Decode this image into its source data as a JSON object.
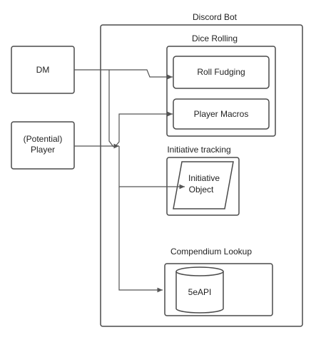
{
  "diagram": {
    "container": {
      "title": "Discord Bot"
    },
    "actors": {
      "dm": "DM",
      "player_line1": "(Potential)",
      "player_line2": "Player"
    },
    "groups": {
      "dice_rolling": "Dice Rolling",
      "initiative": "Initiative tracking",
      "compendium": "Compendium Lookup"
    },
    "nodes": {
      "roll_fudging": "Roll Fudging",
      "player_macros": "Player Macros",
      "initiative_object_line1": "Initiative",
      "initiative_object_line2": "Object",
      "api": "5eAPI"
    }
  }
}
